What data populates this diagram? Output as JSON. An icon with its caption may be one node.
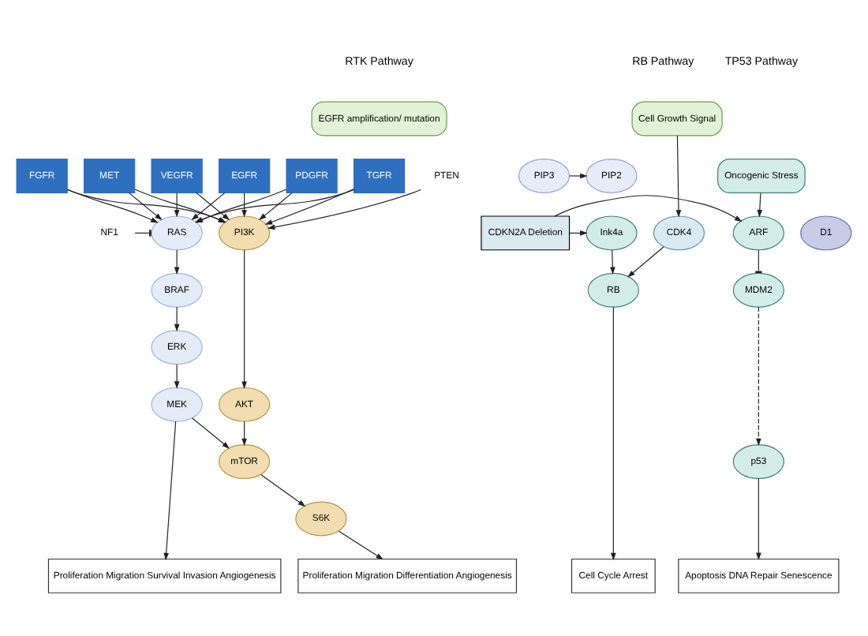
{
  "diagram": {
    "nodes": [
      {
        "text": [
          "EGFR amplification/ mutation"
        ]
      },
      {
        "text": [
          "EGFR"
        ]
      },
      {
        "text": [
          "PDGFR"
        ]
      },
      {
        "text": [
          "TGFR"
        ]
      },
      {
        "text": [
          "FGFR"
        ]
      },
      {
        "text": [
          "MET"
        ]
      },
      {
        "text": [
          "VEGFR"
        ]
      },
      {
        "text": [
          "PIP3"
        ]
      },
      {
        "text": [
          "PIP2"
        ]
      },
      {
        "text": [
          "PTEN"
        ]
      },
      {
        "text": [
          "NF1"
        ]
      },
      {
        "text": [
          "RAS"
        ]
      },
      {
        "text": [
          "BRAF"
        ]
      },
      {
        "text": [
          "ERK"
        ]
      },
      {
        "text": [
          "MEK"
        ]
      },
      {
        "text": [
          "PI3K"
        ]
      },
      {
        "text": [
          "AKT"
        ]
      },
      {
        "text": [
          "mTOR"
        ]
      },
      {
        "text": [
          "S6K"
        ]
      },
      {
        "text": [
          "Proliferation Migration Survival Invasion Angiogenesis"
        ]
      },
      {
        "text": [
          "Proliferation Migration Differentiation Angiogenesis"
        ]
      },
      {
        "text": [
          "Oncogenic Stress"
        ]
      },
      {
        "text": [
          "ARF"
        ]
      },
      {
        "text": [
          "MDM2"
        ]
      },
      {
        "text": [
          "p53"
        ]
      },
      {
        "text": [
          "Apoptosis DNA Repair Senescence"
        ]
      },
      {
        "text": [
          "CDKN2A Deletion"
        ]
      },
      {
        "text": [
          "Ink4a"
        ]
      },
      {
        "text": [
          "Cell Growth Signal"
        ]
      },
      {
        "text": [
          "CDK4"
        ]
      },
      {
        "text": [
          "D1"
        ]
      },
      {
        "text": [
          "RB"
        ]
      },
      {
        "text": [
          "Cell Cycle Arrest"
        ]
      }
    ],
    "edges": [
      {
        "from": 1,
        "to": 11,
        "arrow": "to"
      },
      {
        "from": 2,
        "to": 11,
        "arrow": "to"
      },
      {
        "from": 3,
        "to": 11,
        "arrow": "to"
      },
      {
        "from": 4,
        "to": 11,
        "arrow": "to"
      },
      {
        "from": 5,
        "to": 11,
        "arrow": "to"
      },
      {
        "from": 6,
        "to": 11,
        "arrow": "to"
      },
      {
        "from": 1,
        "to": 15,
        "arrow": "to"
      },
      {
        "from": 2,
        "to": 15,
        "arrow": "to"
      },
      {
        "from": 3,
        "to": 15,
        "arrow": "to"
      },
      {
        "from": 4,
        "to": 15,
        "arrow": "to"
      },
      {
        "from": 5,
        "to": 15,
        "arrow": "to"
      },
      {
        "from": 6,
        "to": 15,
        "arrow": "to"
      },
      {
        "from": 7,
        "to": 8,
        "arrow": "to"
      },
      {
        "from": 9,
        "to": 15,
        "arrow": "to"
      },
      {
        "from": 10,
        "to": 11,
        "arrow": "other"
      },
      {
        "from": 11,
        "to": 12,
        "arrow": "to"
      },
      {
        "from": 12,
        "to": 13,
        "arrow": "to"
      },
      {
        "from": 13,
        "to": 14,
        "arrow": "to"
      },
      {
        "from": 14,
        "to": 17,
        "arrow": "to"
      },
      {
        "from": 14,
        "to": 19,
        "arrow": "to"
      },
      {
        "from": 15,
        "to": 16,
        "arrow": "to"
      },
      {
        "from": 16,
        "to": 17,
        "arrow": "to"
      },
      {
        "from": 17,
        "to": 18,
        "arrow": "to"
      },
      {
        "from": 18,
        "to": 20,
        "arrow": "to"
      },
      {
        "from": 21,
        "to": 22,
        "arrow": "to"
      },
      {
        "from": 22,
        "to": 23,
        "arrow": "other"
      },
      {
        "from": 23,
        "to": 24,
        "arrow": "to",
        "style": "dashed"
      },
      {
        "from": 24,
        "to": 25,
        "arrow": "to"
      },
      {
        "from": 26,
        "to": 22,
        "arrow": "to"
      },
      {
        "from": 26,
        "to": 27,
        "arrow": "to"
      },
      {
        "from": 27,
        "to": 31,
        "arrow": "to"
      },
      {
        "from": 28,
        "to": 29,
        "arrow": "to"
      },
      {
        "from": 29,
        "to": 31,
        "arrow": "to"
      },
      {
        "from": 31,
        "to": 32,
        "arrow": "to"
      }
    ],
    "labels": [
      "RTK Pathway",
      "TP53 Pathway",
      "RB Pathway"
    ]
  }
}
